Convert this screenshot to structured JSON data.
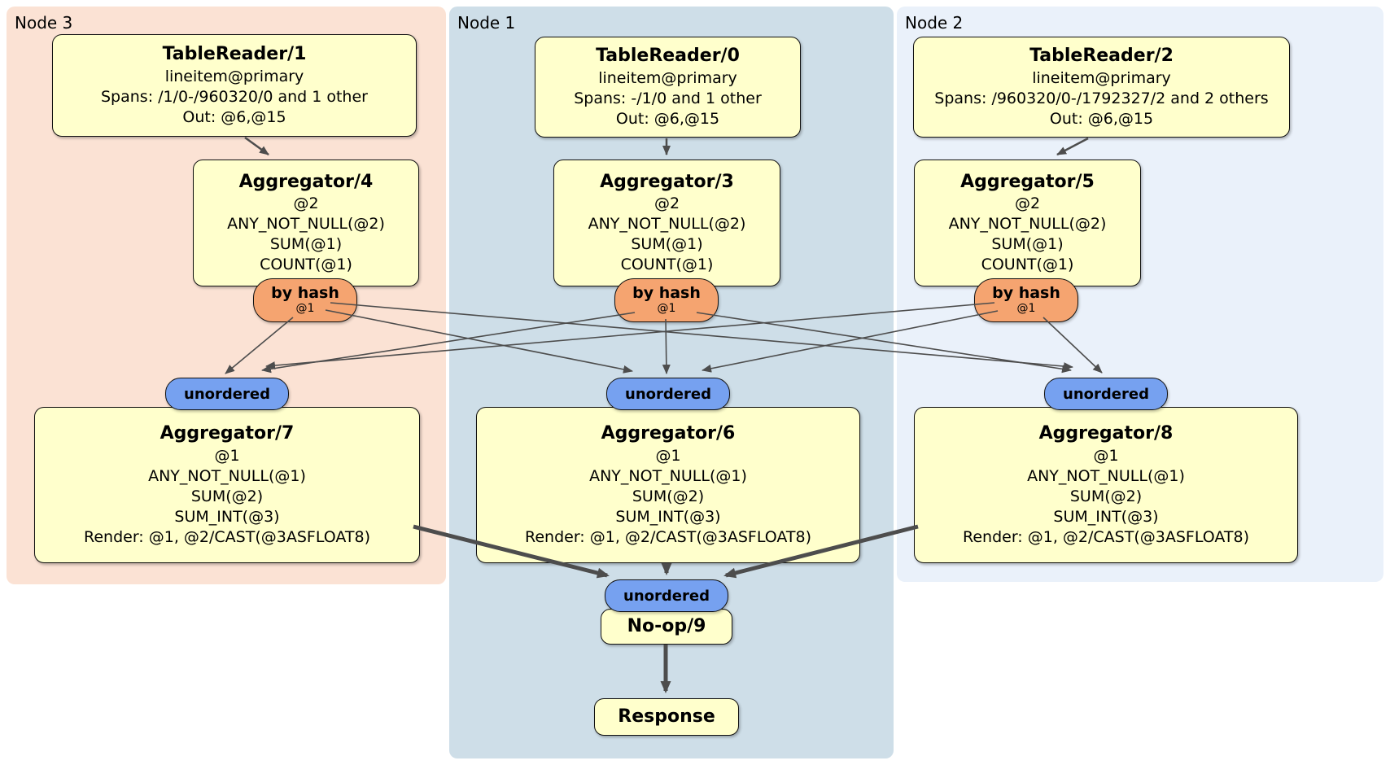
{
  "regions": [
    {
      "id": "node3",
      "label": "Node 3"
    },
    {
      "id": "node1",
      "label": "Node 1"
    },
    {
      "id": "node2",
      "label": "Node 2"
    }
  ],
  "processors": {
    "tr1": {
      "title": "TableReader/1",
      "lines": [
        "lineitem@primary",
        "Spans: /1/0-/960320/0 and 1 other",
        "Out: @6,@15"
      ]
    },
    "tr0": {
      "title": "TableReader/0",
      "lines": [
        "lineitem@primary",
        "Spans: -/1/0 and 1 other",
        "Out: @6,@15"
      ]
    },
    "tr2": {
      "title": "TableReader/2",
      "lines": [
        "lineitem@primary",
        "Spans: /960320/0-/1792327/2 and 2 others",
        "Out: @6,@15"
      ]
    },
    "agg4": {
      "title": "Aggregator/4",
      "lines": [
        "@2",
        "ANY_NOT_NULL(@2)",
        "SUM(@1)",
        "COUNT(@1)"
      ]
    },
    "agg3": {
      "title": "Aggregator/3",
      "lines": [
        "@2",
        "ANY_NOT_NULL(@2)",
        "SUM(@1)",
        "COUNT(@1)"
      ]
    },
    "agg5": {
      "title": "Aggregator/5",
      "lines": [
        "@2",
        "ANY_NOT_NULL(@2)",
        "SUM(@1)",
        "COUNT(@1)"
      ]
    },
    "agg7": {
      "title": "Aggregator/7",
      "lines": [
        "@1",
        "ANY_NOT_NULL(@1)",
        "SUM(@2)",
        "SUM_INT(@3)",
        "Render: @1, @2/CAST(@3ASFLOAT8)"
      ]
    },
    "agg6": {
      "title": "Aggregator/6",
      "lines": [
        "@1",
        "ANY_NOT_NULL(@1)",
        "SUM(@2)",
        "SUM_INT(@3)",
        "Render: @1, @2/CAST(@3ASFLOAT8)"
      ]
    },
    "agg8": {
      "title": "Aggregator/8",
      "lines": [
        "@1",
        "ANY_NOT_NULL(@1)",
        "SUM(@2)",
        "SUM_INT(@3)",
        "Render: @1, @2/CAST(@3ASFLOAT8)"
      ]
    },
    "noop": {
      "title": "No-op/9"
    },
    "response": {
      "title": "Response"
    }
  },
  "router": {
    "label": "by hash",
    "key": "@1"
  },
  "sync": {
    "label": "unordered"
  },
  "colors": {
    "node3-bg": "#FBE2D4",
    "node1-bg": "#CEDEE8",
    "node2-bg": "#EAF1FA",
    "box-fill": "#FFFFCC",
    "router-fill": "#F5A470",
    "sync-fill": "#76A1F0",
    "stroke": "#111111",
    "arrow": "#4d4d4d"
  }
}
